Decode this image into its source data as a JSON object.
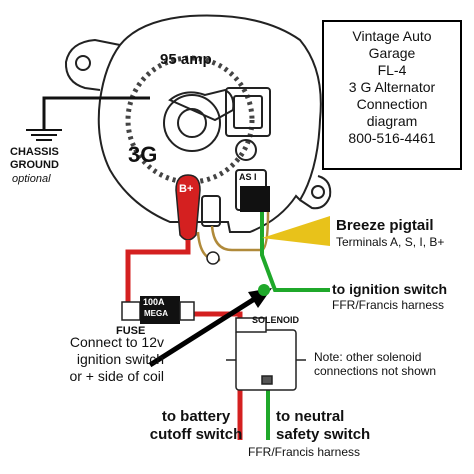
{
  "info_box": {
    "lines": [
      "Vintage Auto",
      "Garage",
      "FL-4",
      "3 G Alternator",
      "Connection",
      "diagram",
      "800-516-4461"
    ]
  },
  "alternator": {
    "rating": "95 amp",
    "model": "3G",
    "b_plus": "B+",
    "as_i": "AS I"
  },
  "ground": {
    "line1": "CHASSIS",
    "line2": "GROUND",
    "note": "optional"
  },
  "pigtail": {
    "title": "Breeze pigtail",
    "subtitle": "Terminals A, S, I, B+"
  },
  "ignition": {
    "title": "to ignition switch",
    "subtitle": "FFR/Francis harness"
  },
  "fuse": {
    "rating_top": "100A",
    "rating_bottom": "MEGA",
    "label": "FUSE"
  },
  "solenoid": {
    "label": "SOLENOID",
    "note_line1": "Note: other solenoid",
    "note_line2": "connections not shown"
  },
  "connect": {
    "line1": "Connect to 12v",
    "line2": "ignition switch",
    "line3": "or + side of coil"
  },
  "battery": {
    "line1": "to battery",
    "line2": "cutoff switch"
  },
  "neutral": {
    "line1": "to neutral",
    "line2": "safety switch",
    "harness": "FFR/Francis harness"
  },
  "colors": {
    "red_wire": "#d42020",
    "green_wire": "#1fa82a",
    "yellow_arrow": "#e8c21a",
    "outline": "#222222"
  }
}
